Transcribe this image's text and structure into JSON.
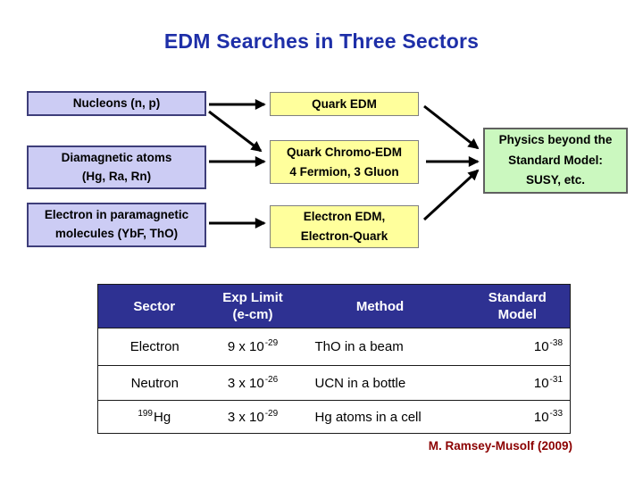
{
  "slide": {
    "title": "EDM Searches in Three Sectors",
    "attribution": "M. Ramsey-Musolf (2009)"
  },
  "diagram": {
    "sources": [
      {
        "label": "Nucleons (n, p)"
      },
      {
        "label": "Diamagnetic atoms\n(Hg, Ra, Rn)"
      },
      {
        "label": "Electron in paramagnetic\nmolecules (YbF, ThO)"
      }
    ],
    "mechanisms": [
      {
        "label": "Quark EDM"
      },
      {
        "label": "Quark Chromo-EDM\n4 Fermion, 3 Gluon"
      },
      {
        "label": "Electron EDM,\nElectron-Quark"
      }
    ],
    "outcome": {
      "label": "Physics beyond the\nStandard Model:\nSUSY, etc."
    }
  },
  "table": {
    "headers": {
      "sector": "Sector",
      "exp_limit": "Exp Limit\n(e-cm)",
      "method": "Method",
      "standard_model": "Standard\nModel"
    },
    "rows": [
      {
        "sector_sup": "",
        "sector": "Electron",
        "limit_base": "9 x 10",
        "limit_exp": "-29",
        "method": "ThO in a beam",
        "sm_base": "10",
        "sm_exp": "-38"
      },
      {
        "sector_sup": "",
        "sector": "Neutron",
        "limit_base": "3 x 10",
        "limit_exp": "-26",
        "method": "UCN in a bottle",
        "sm_base": "10",
        "sm_exp": "-31"
      },
      {
        "sector_sup": "199",
        "sector": "Hg",
        "limit_base": "3 x 10",
        "limit_exp": "-29",
        "method": "Hg atoms in a cell",
        "sm_base": "10",
        "sm_exp": "-33"
      }
    ]
  },
  "colors": {
    "title_blue": "#1E2FA8",
    "source_box_fill": "#CCCCF4",
    "source_box_border": "#3E3E7A",
    "mechanism_box_fill": "#FFFF9C",
    "mechanism_box_border": "#7F7F7F",
    "outcome_box_fill": "#CBF8BF",
    "outcome_box_border": "#606060",
    "table_header_fill": "#2E3192",
    "arrow_black": "#000000",
    "attribution_red": "#8B0000"
  }
}
